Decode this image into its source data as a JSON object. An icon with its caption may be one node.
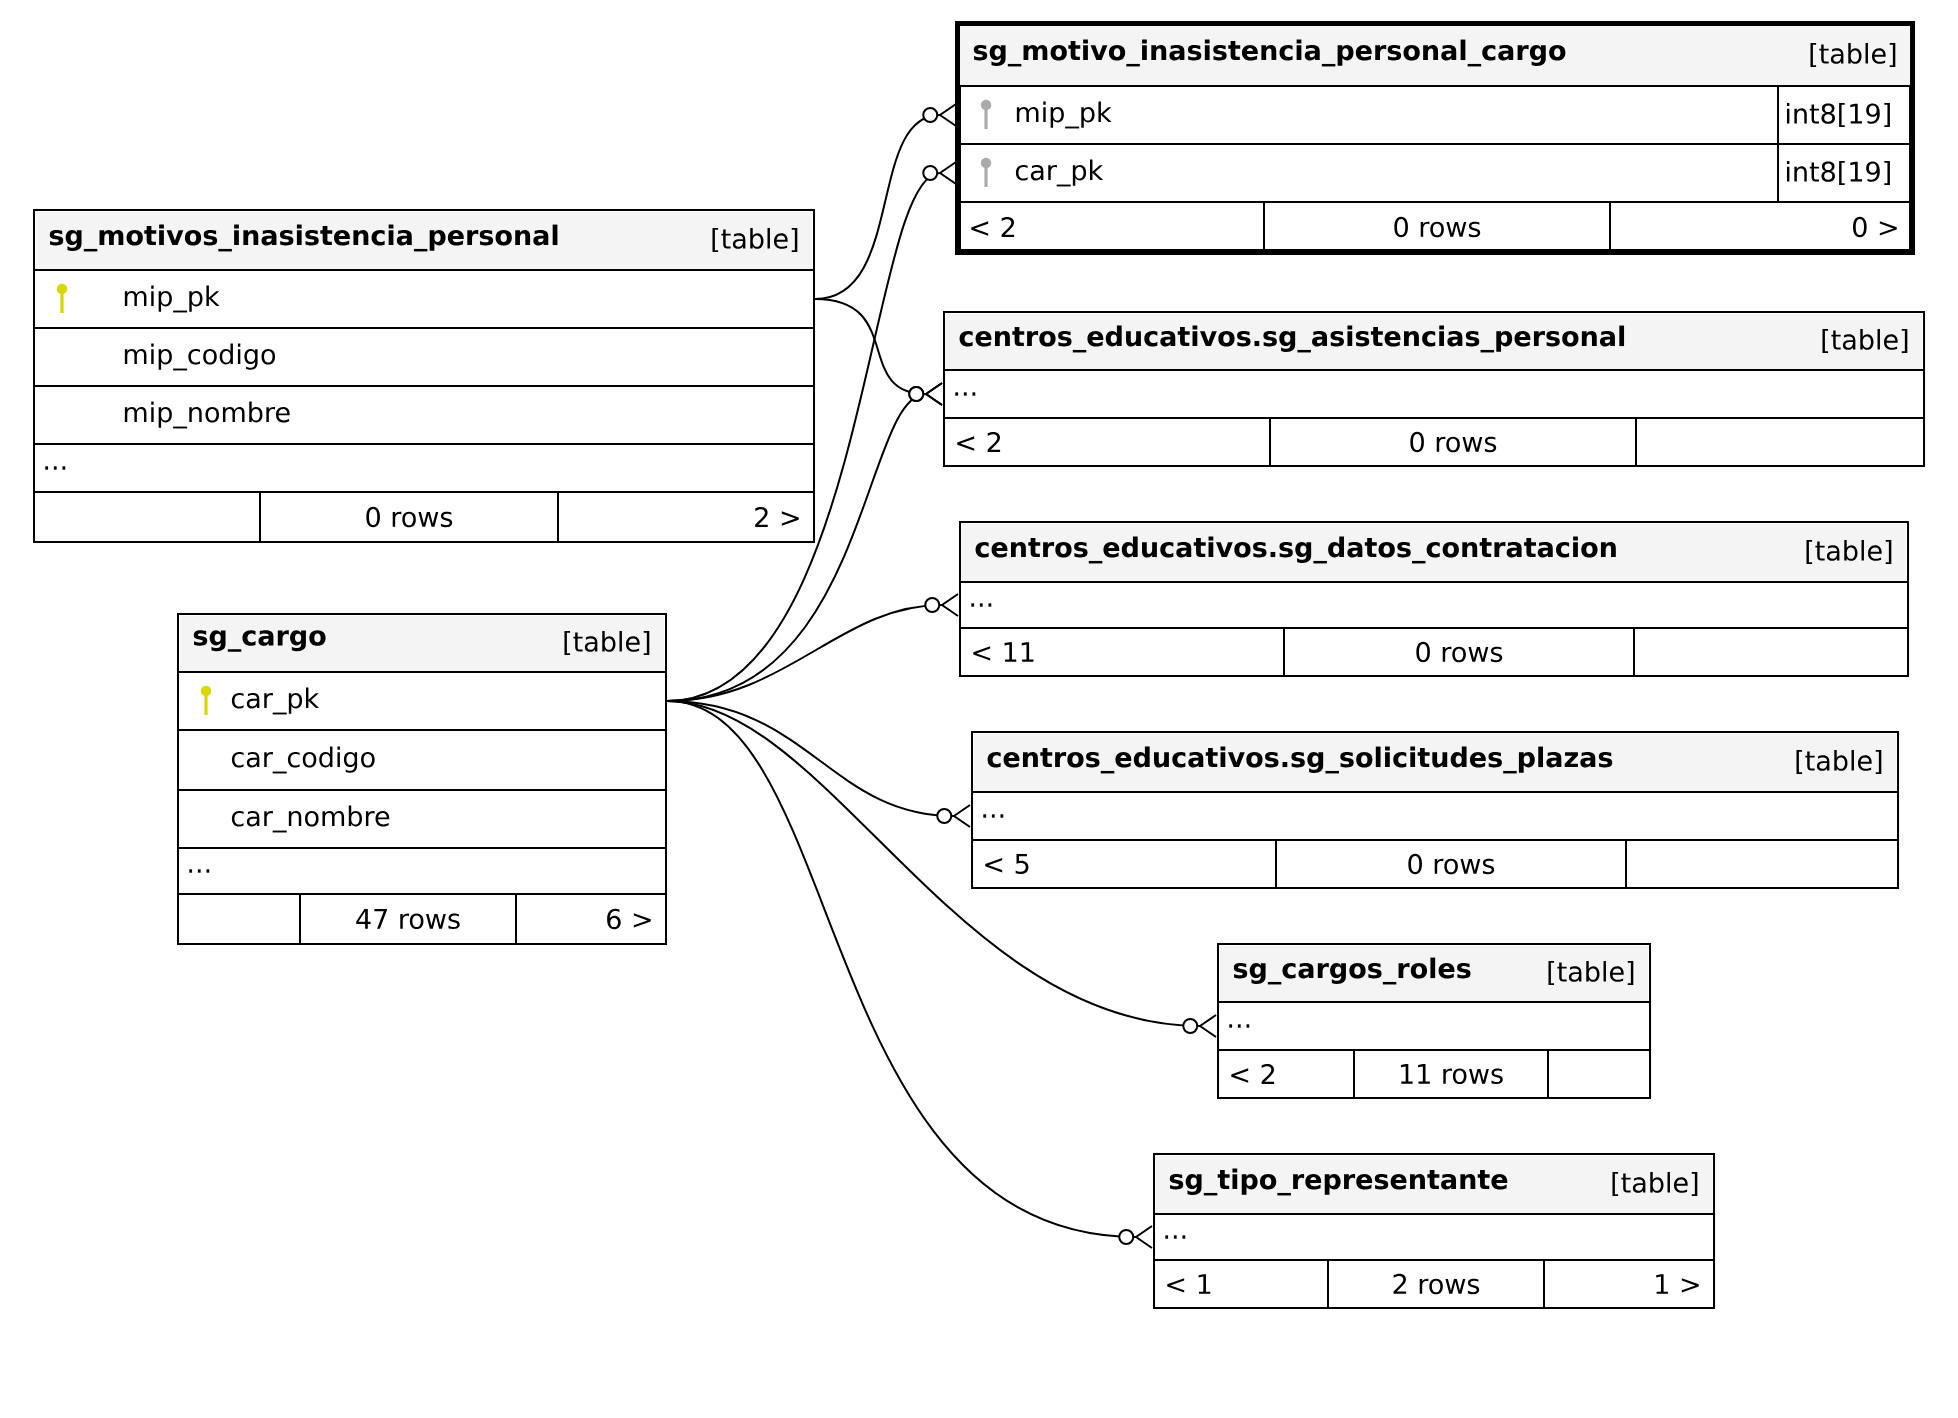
{
  "diagram": {
    "nodes": [
      {
        "text": [
          "sg_motivo_inasistencia_personal_cargo",
          "[table]"
        ]
      },
      {
        "text": [
          "mip_pk",
          "int8[19]"
        ],
        "in": 0
      },
      {
        "text": [
          "car_pk",
          "int8[19]"
        ],
        "in": 0
      },
      {
        "text": [
          "< 2",
          "0 rows",
          "0 >"
        ],
        "in": 0
      },
      {
        "text": [
          "sg_motivos_inasistencia_personal",
          "[table]"
        ]
      },
      {
        "text": [
          "mip_pk"
        ],
        "in": 4
      },
      {
        "text": [
          "mip_codigo"
        ],
        "in": 4
      },
      {
        "text": [
          "mip_nombre"
        ],
        "in": 4
      },
      {
        "text": [
          "..."
        ],
        "in": 4
      },
      {
        "text": [
          "0 rows",
          "2 >"
        ],
        "in": 4
      },
      {
        "text": [
          "centros_educativos.sg_asistencias_personal",
          "[table]"
        ]
      },
      {
        "text": [
          "..."
        ],
        "in": 10
      },
      {
        "text": [
          "< 2",
          "0 rows"
        ],
        "in": 10
      },
      {
        "text": [
          "sg_cargo",
          "[table]"
        ]
      },
      {
        "text": [
          "car_pk"
        ],
        "in": 13
      },
      {
        "text": [
          "car_codigo"
        ],
        "in": 13
      },
      {
        "text": [
          "car_nombre"
        ],
        "in": 13
      },
      {
        "text": [
          "..."
        ],
        "in": 13
      },
      {
        "text": [
          "47 rows",
          "6 >"
        ],
        "in": 13
      },
      {
        "text": [
          "centros_educativos.sg_datos_contratacion",
          "[table]"
        ]
      },
      {
        "text": [
          "..."
        ],
        "in": 19
      },
      {
        "text": [
          "< 11",
          "0 rows"
        ],
        "in": 19
      },
      {
        "text": [
          "centros_educativos.sg_solicitudes_plazas",
          "[table]"
        ]
      },
      {
        "text": [
          "..."
        ],
        "in": 22
      },
      {
        "text": [
          "< 5",
          "0 rows"
        ],
        "in": 22
      },
      {
        "text": [
          "sg_cargos_roles",
          "[table]"
        ]
      },
      {
        "text": [
          "..."
        ],
        "in": 25
      },
      {
        "text": [
          "< 2",
          "11 rows"
        ],
        "in": 25
      },
      {
        "text": [
          "sg_tipo_representante",
          "[table]"
        ]
      },
      {
        "text": [
          "..."
        ],
        "in": 28
      },
      {
        "text": [
          "< 1",
          "2 rows",
          "1 >"
        ],
        "in": 28
      }
    ],
    "edges": [
      {
        "from": 5,
        "to": 1,
        "arrow": "other"
      },
      {
        "from": 14,
        "to": 2,
        "arrow": "other"
      },
      {
        "from": 5,
        "to": 11,
        "arrow": "other"
      },
      {
        "from": 14,
        "to": 11,
        "arrow": "other"
      },
      {
        "from": 14,
        "to": 20,
        "arrow": "other"
      },
      {
        "from": 14,
        "to": 23,
        "arrow": "other"
      },
      {
        "from": 14,
        "to": 26,
        "arrow": "other"
      },
      {
        "from": 14,
        "to": 29,
        "arrow": "other"
      }
    ]
  }
}
